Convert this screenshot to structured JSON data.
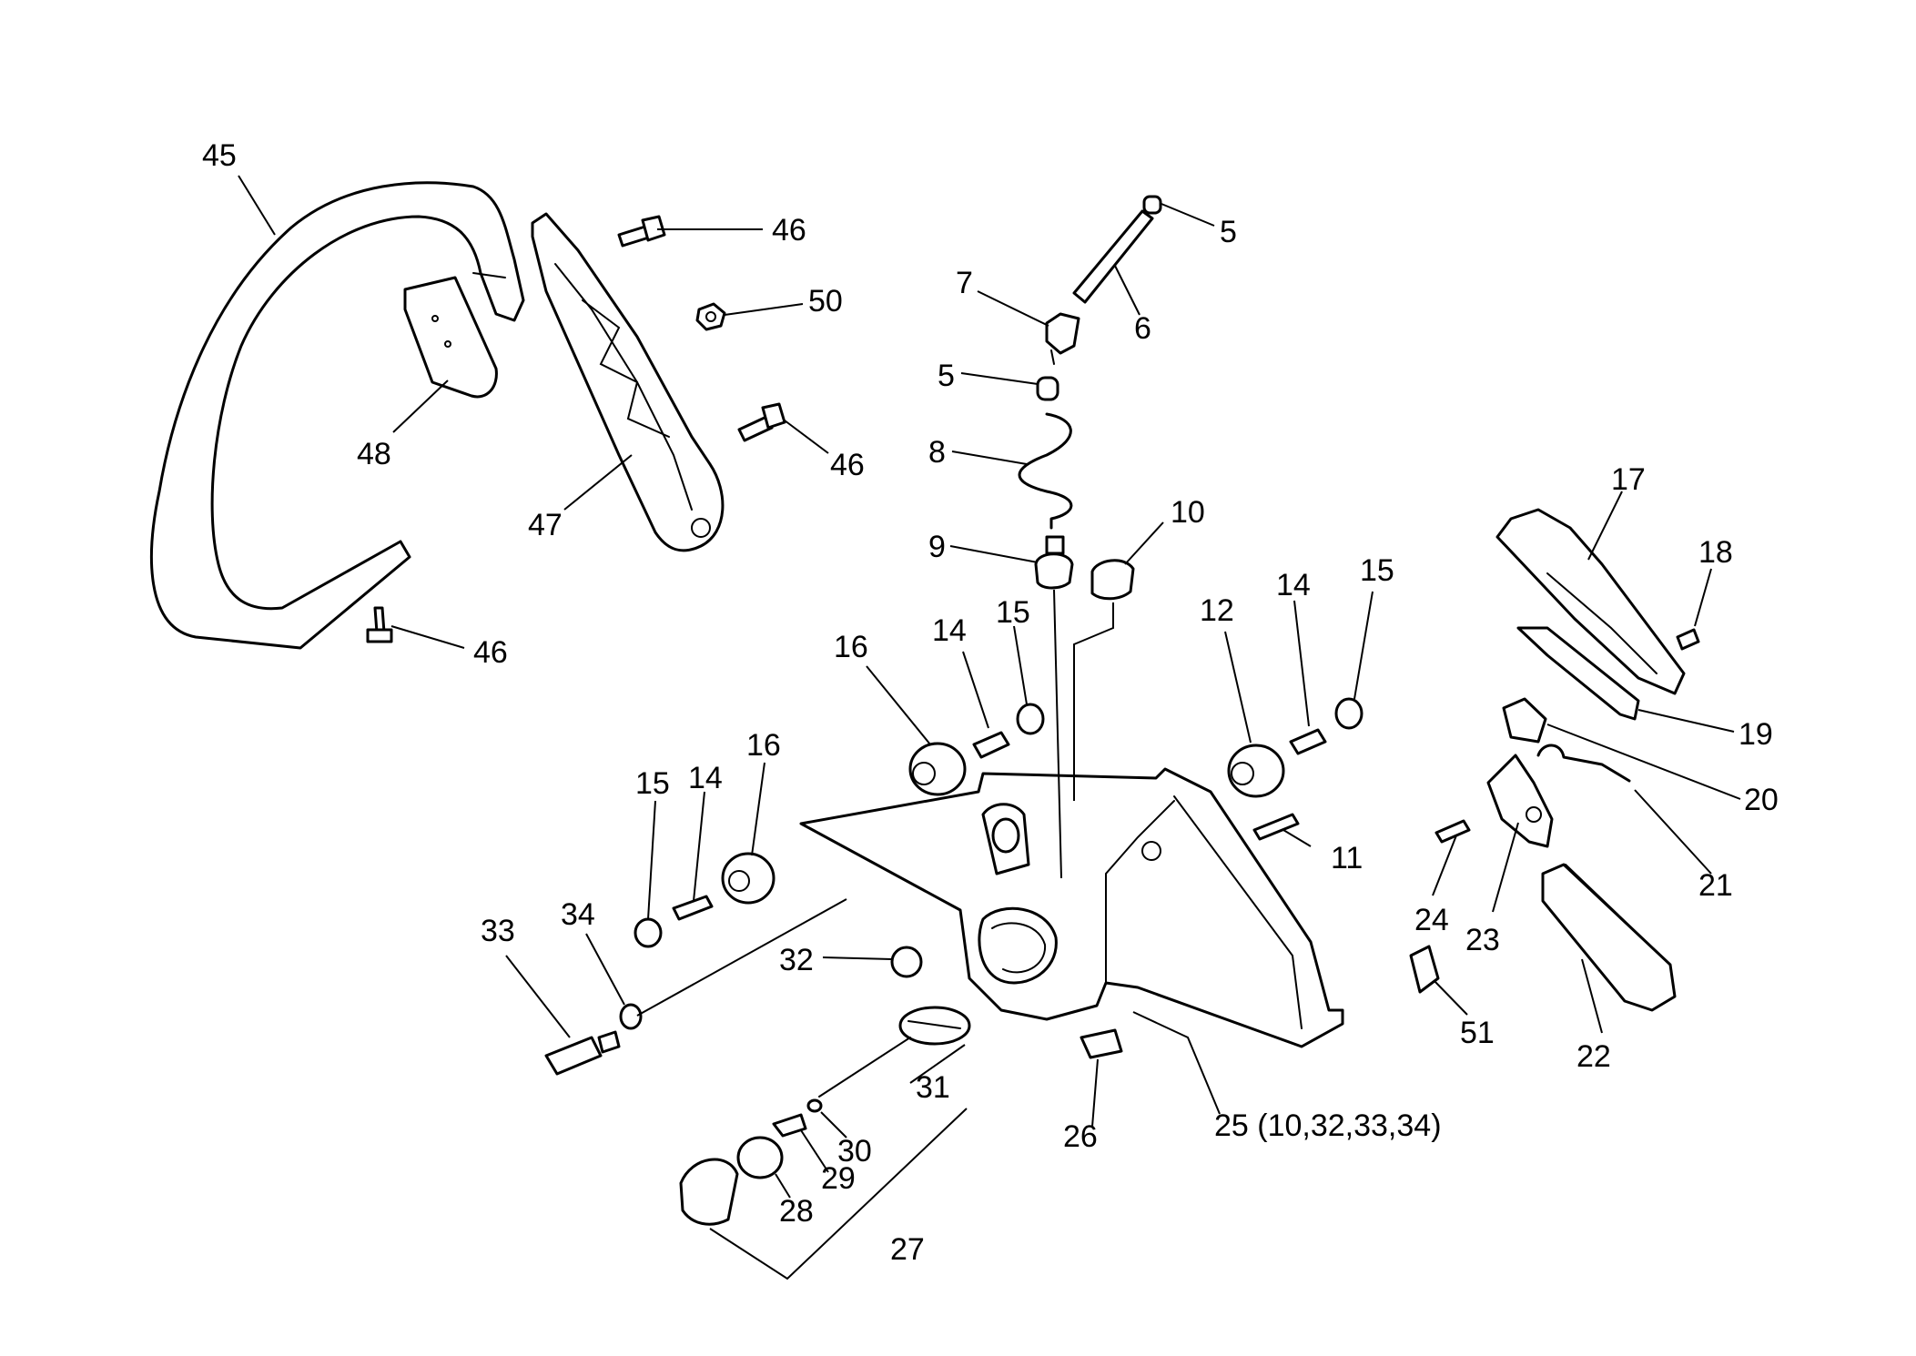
{
  "labels": {
    "l45": "45",
    "l46a": "46",
    "l50": "50",
    "l46b": "46",
    "l48": "48",
    "l47": "47",
    "l46c": "46",
    "l5a": "5",
    "l7": "7",
    "l6": "6",
    "l5b": "5",
    "l8": "8",
    "l9": "9",
    "l10": "10",
    "l17": "17",
    "l18": "18",
    "l19": "19",
    "l20": "20",
    "l21": "21",
    "l22": "22",
    "l23": "23",
    "l24": "24",
    "l51": "51",
    "l11": "11",
    "l12": "12",
    "l14a": "14",
    "l15a": "15",
    "l16a": "16",
    "l14b": "14",
    "l15b": "15",
    "l16b": "16",
    "l15c": "15",
    "l14c": "14",
    "l33": "33",
    "l34": "34",
    "l32": "32",
    "l31": "31",
    "l30": "30",
    "l29": "29",
    "l28": "28",
    "l27": "27",
    "l26": "26",
    "l25": "25 (10,32,33,34)"
  }
}
